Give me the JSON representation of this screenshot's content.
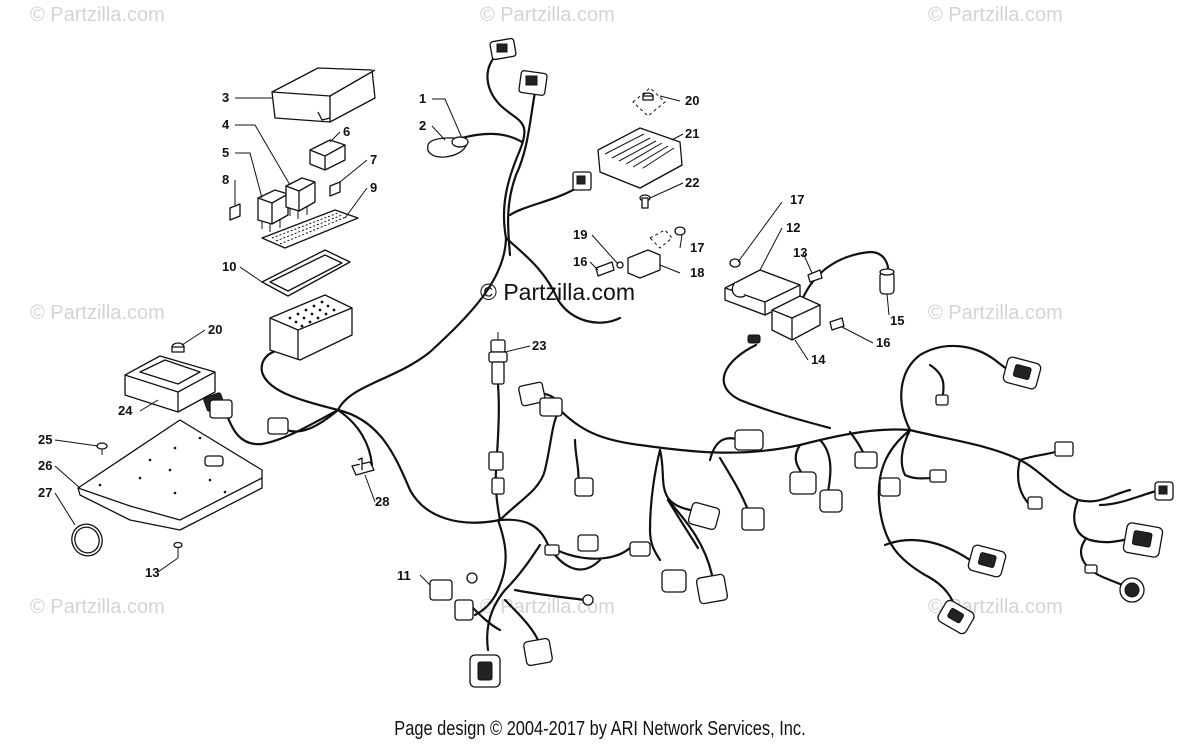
{
  "watermark": {
    "text": "© Partzilla.com",
    "center_text": "© Partzilla.com"
  },
  "footer": "Page design © 2004-2017 by ARI Network Services, Inc.",
  "callouts": {
    "c1": "1",
    "c2": "2",
    "c3": "3",
    "c4": "4",
    "c5": "5",
    "c6": "6",
    "c7": "7",
    "c8": "8",
    "c9": "9",
    "c10": "10",
    "c11": "11",
    "c12": "12",
    "c13a": "13",
    "c13b": "13",
    "c14": "14",
    "c15": "15",
    "c16a": "16",
    "c16b": "16",
    "c17a": "17",
    "c17b": "17",
    "c18": "18",
    "c19": "19",
    "c20a": "20",
    "c20b": "20",
    "c21": "21",
    "c22": "22",
    "c23": "23",
    "c24": "24",
    "c25": "25",
    "c26": "26",
    "c27": "27",
    "c28": "28"
  },
  "colors": {
    "line": "#111111",
    "watermark": "#d4d4d4",
    "background": "#ffffff"
  }
}
